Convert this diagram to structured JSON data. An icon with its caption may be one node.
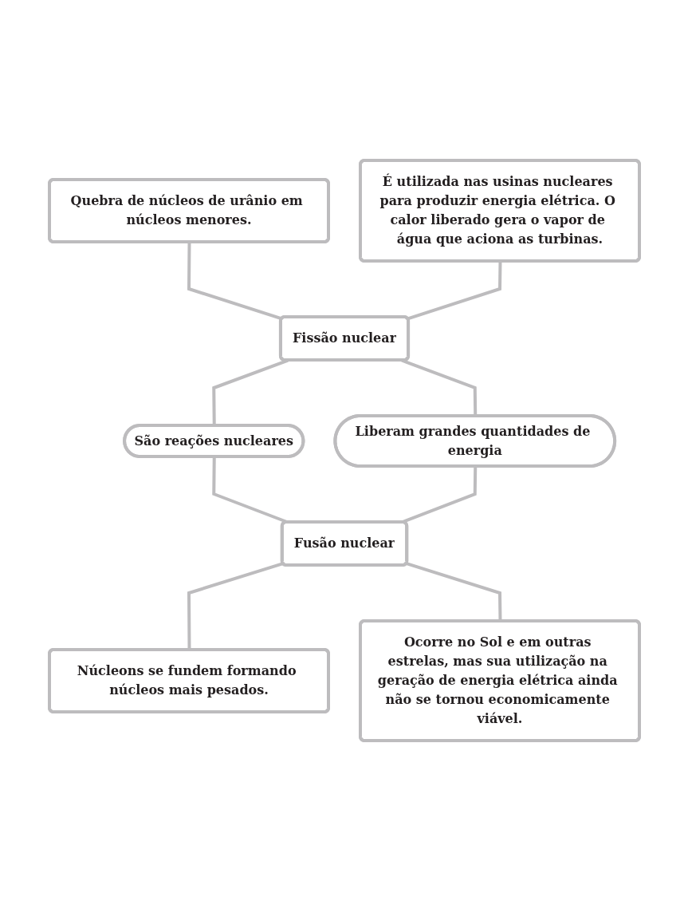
{
  "diagram": {
    "nodes": [
      {
        "text": [
          "Quebra de núcleos de urânio em núcleos menores."
        ]
      },
      {
        "text": [
          "É utilizada nas usinas nucleares para produzir energia elétrica. O calor liberado gera o vapor de água que aciona as turbinas."
        ]
      },
      {
        "text": [
          "Fissão nuclear"
        ]
      },
      {
        "text": [
          "São reações nucleares"
        ]
      },
      {
        "text": [
          "Liberam grandes quantidades de energia"
        ]
      },
      {
        "text": [
          "Fusão nuclear"
        ]
      },
      {
        "text": [
          "Núcleons se fundem formando núcleos mais pesados."
        ]
      },
      {
        "text": [
          "Ocorre no Sol e em outras estrelas, mas sua utilização na geração de energia elétrica ainda não se tornou economicamente viável."
        ]
      }
    ],
    "edges": [
      {
        "from": 0,
        "to": 2,
        "arrow": "none"
      },
      {
        "from": 1,
        "to": 2,
        "arrow": "none"
      },
      {
        "from": 2,
        "to": 3,
        "arrow": "none"
      },
      {
        "from": 2,
        "to": 4,
        "arrow": "none"
      },
      {
        "from": 3,
        "to": 5,
        "arrow": "none"
      },
      {
        "from": 4,
        "to": 5,
        "arrow": "none"
      },
      {
        "from": 5,
        "to": 6,
        "arrow": "none"
      },
      {
        "from": 5,
        "to": 7,
        "arrow": "none"
      }
    ]
  }
}
